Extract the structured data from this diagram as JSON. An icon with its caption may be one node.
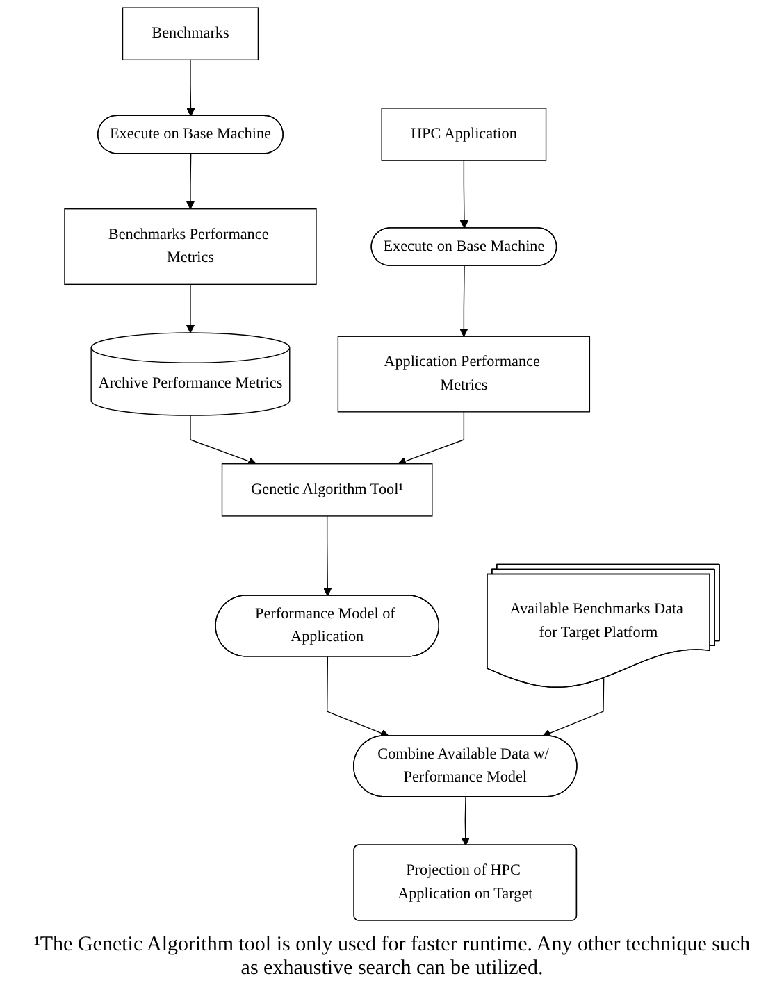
{
  "diagram": {
    "nodes": [
      {
        "text": [
          "Available Benchmarks Data for Target Platform"
        ]
      },
      {
        "text": [
          "Benchmarks"
        ]
      },
      {
        "text": [
          "HPC Application"
        ]
      },
      {
        "text": [
          "Execute on Base Machine"
        ]
      },
      {
        "text": [
          "Execute on Base Machine"
        ]
      },
      {
        "text": [
          "Benchmarks Performance Metrics"
        ]
      },
      {
        "text": [
          "Application Performance Metrics"
        ]
      },
      {
        "text": [
          "Archive Performance Metrics"
        ]
      },
      {
        "text": [
          "Genetic Algorithm Tool¹"
        ]
      },
      {
        "text": [
          "Performance Model of Application"
        ]
      },
      {
        "text": [
          "Combine Available Data w/ Performance Model"
        ]
      },
      {
        "text": [
          "Projection of HPC Application on Target"
        ]
      }
    ],
    "edges": [
      {
        "from": 1,
        "to": 3,
        "arrow": "to"
      },
      {
        "from": 2,
        "to": 4,
        "arrow": "to"
      },
      {
        "from": 3,
        "to": 5,
        "arrow": "to"
      },
      {
        "from": 4,
        "to": 6,
        "arrow": "to"
      },
      {
        "from": 5,
        "to": 7,
        "arrow": "to"
      },
      {
        "from": 7,
        "to": 8,
        "arrow": "to"
      },
      {
        "from": 6,
        "to": 8,
        "arrow": "to"
      },
      {
        "from": 8,
        "to": 9,
        "arrow": "to"
      },
      {
        "from": 9,
        "to": 10,
        "arrow": "to"
      },
      {
        "from": 0,
        "to": 10,
        "arrow": "to"
      },
      {
        "from": 10,
        "to": 11,
        "arrow": "to"
      }
    ],
    "labels": [
      "¹The Genetic Algorithm tool is only used for faster runtime. Any other technique such as exhaustive search can be utilized."
    ]
  }
}
